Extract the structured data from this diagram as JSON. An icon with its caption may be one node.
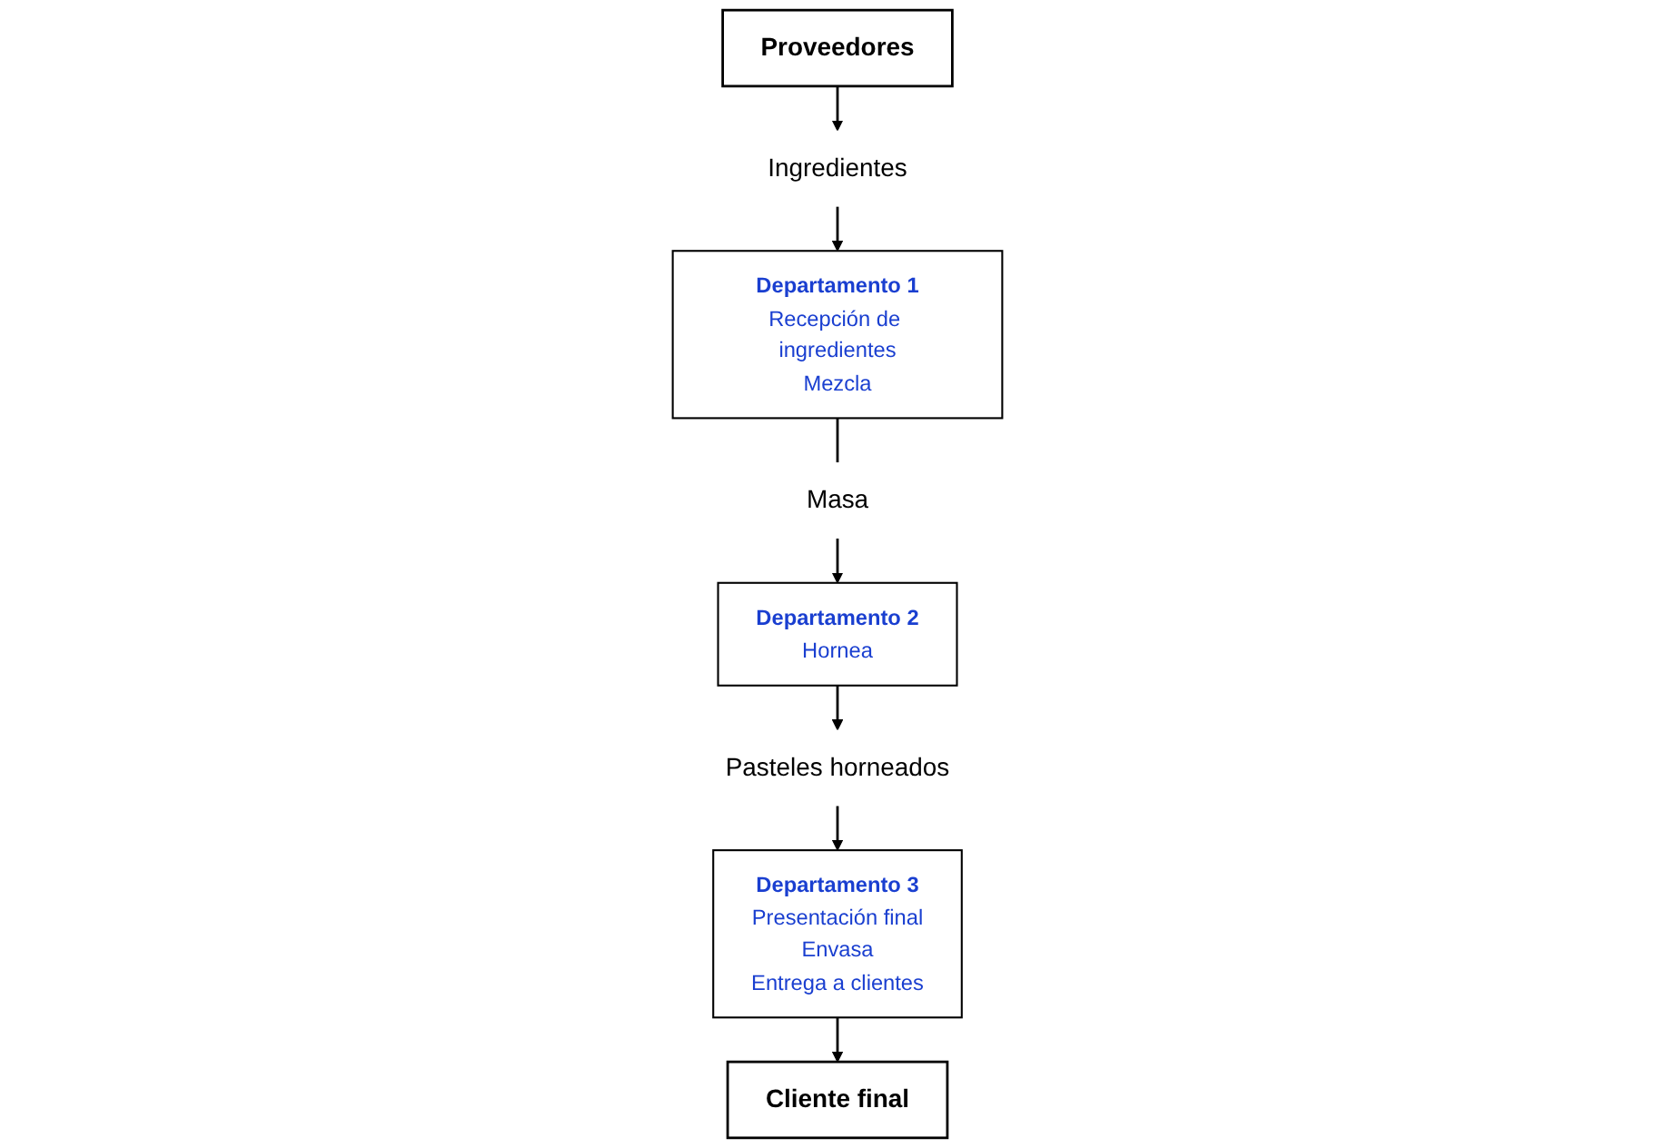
{
  "diagram": {
    "nodes": [
      {
        "text": [
          "Proveedores"
        ]
      },
      {
        "text": [
          "Ingredientes"
        ]
      },
      {
        "text": [
          "Departamento 1",
          "Recepción de ingredientes",
          "Mezcla"
        ]
      },
      {
        "text": [
          "Masa"
        ]
      },
      {
        "text": [
          "Departamento 2",
          "Hornea"
        ]
      },
      {
        "text": [
          "Pasteles horneados"
        ]
      },
      {
        "text": [
          "Departamento 3",
          "Presentación final",
          "Envasa",
          "Entrega a clientes"
        ]
      },
      {
        "text": [
          "Cliente final"
        ]
      }
    ],
    "edges": [
      {
        "from": 0,
        "to": 1,
        "arrow": "to"
      },
      {
        "from": 1,
        "to": 2,
        "arrow": "to"
      },
      {
        "from": 2,
        "to": 3,
        "arrow": "none"
      },
      {
        "from": 3,
        "to": 4,
        "arrow": "to"
      },
      {
        "from": 4,
        "to": 5,
        "arrow": "to"
      },
      {
        "from": 5,
        "to": 6,
        "arrow": "to"
      },
      {
        "from": 6,
        "to": 7,
        "arrow": "to"
      }
    ]
  }
}
